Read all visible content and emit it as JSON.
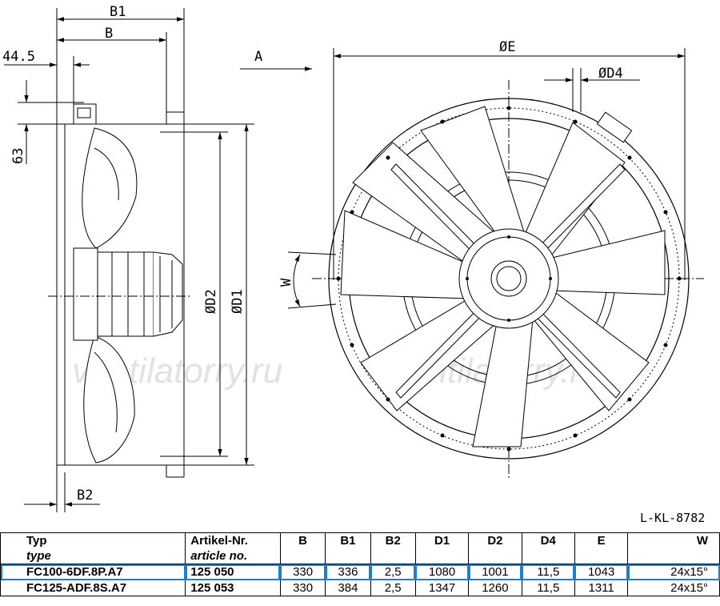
{
  "dimensions": {
    "b1": "B1",
    "b": "B",
    "b2": "B2",
    "d44_5": "44.5",
    "d63": "63",
    "d2": "ØD2",
    "d1": "ØD1",
    "e": "ØE",
    "d4": "ØD4",
    "w": "W",
    "view": "A"
  },
  "watermark": "ventilatorry.ru",
  "drawing_ref": "L-KL-8782",
  "table": {
    "headers": [
      {
        "main": "Typ",
        "sub": "type"
      },
      {
        "main": "Artikel-Nr.",
        "sub": "article no."
      },
      {
        "main": "B",
        "sub": ""
      },
      {
        "main": "B1",
        "sub": ""
      },
      {
        "main": "B2",
        "sub": ""
      },
      {
        "main": "D1",
        "sub": ""
      },
      {
        "main": "D2",
        "sub": ""
      },
      {
        "main": "D4",
        "sub": ""
      },
      {
        "main": "E",
        "sub": ""
      },
      {
        "main": "W",
        "sub": ""
      }
    ],
    "rows": [
      [
        "FC100-6DF.8P.A7",
        "125 050",
        "330",
        "336",
        "2,5",
        "1080",
        "1001",
        "11,5",
        "1043",
        "24x15°"
      ],
      [
        "FC125-ADF.8S.A7",
        "125 053",
        "330",
        "384",
        "2,5",
        "1347",
        "1260",
        "11,5",
        "1311",
        "24x15°"
      ]
    ]
  }
}
